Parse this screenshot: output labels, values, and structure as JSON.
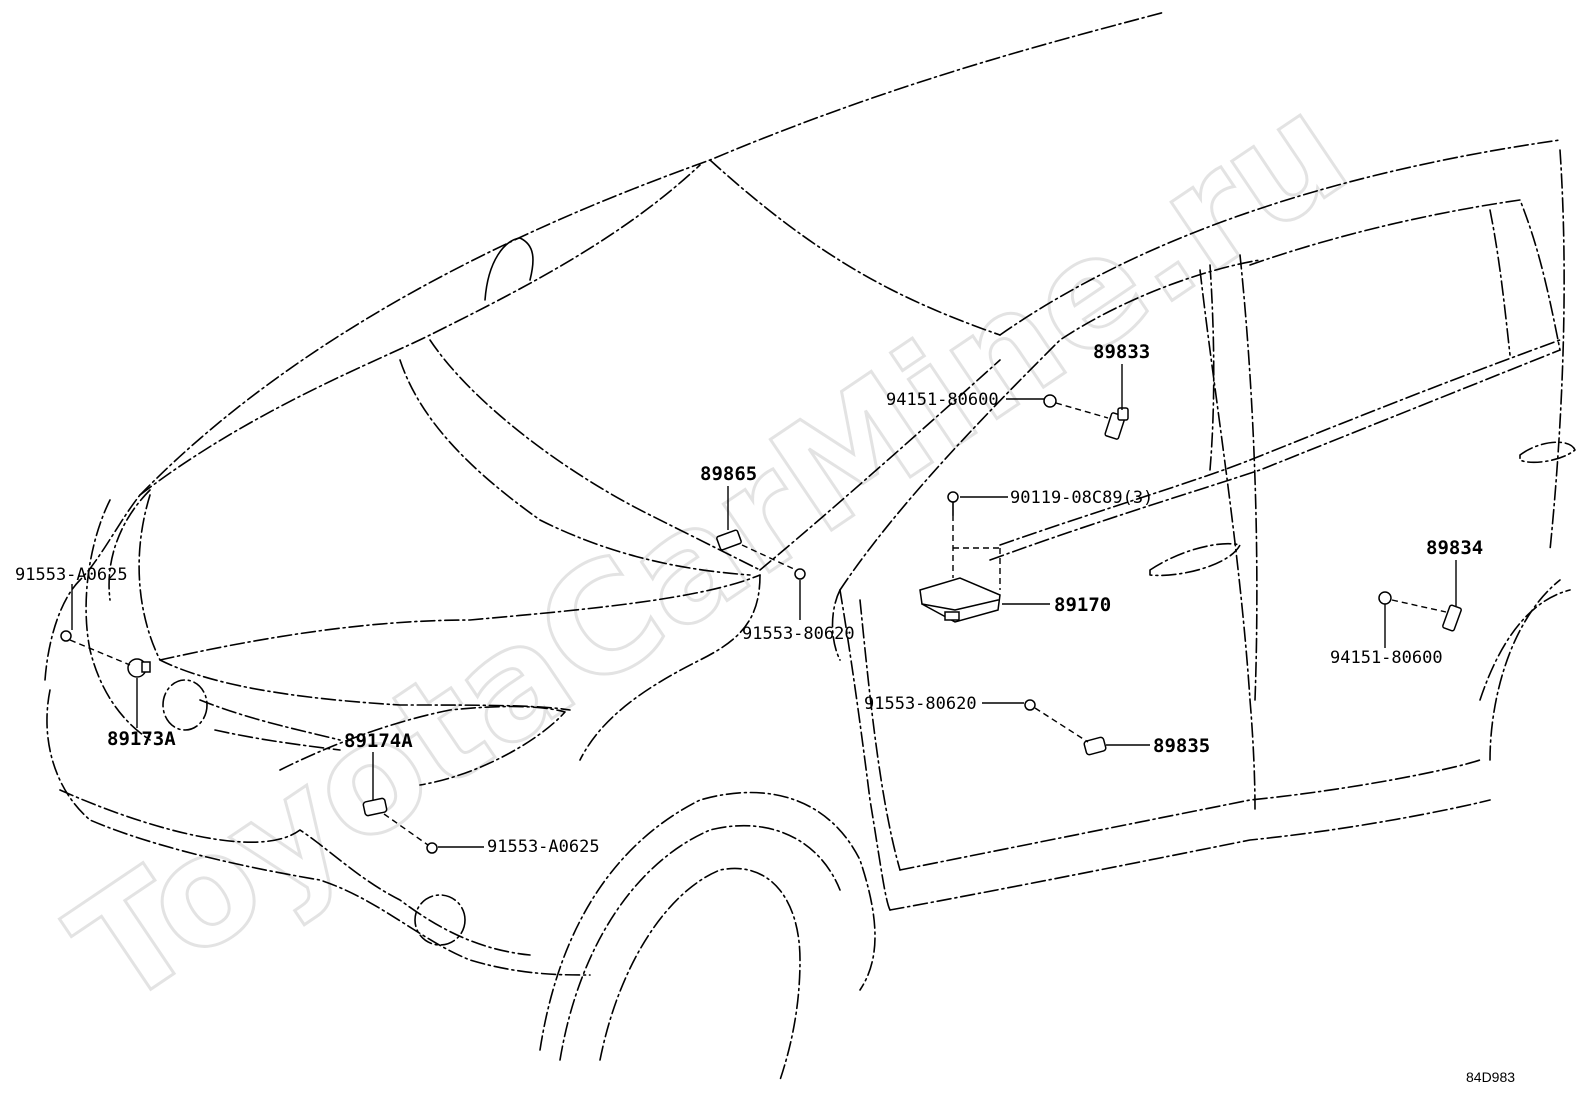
{
  "watermark": "ToyotaCarMine.ru",
  "diagram_code": "84D983",
  "callouts": {
    "c89833": "89833",
    "c94151_a": "94151-80600",
    "c89865": "89865",
    "c90119": "90119-08C89(3)",
    "c89834": "89834",
    "c91553_a0625_left": "91553-A0625",
    "c89170": "89170",
    "c91553_80620_top": "91553-80620",
    "c94151_b": "94151-80600",
    "c91553_80620_mid": "91553-80620",
    "c89173a": "89173A",
    "c89174a": "89174A",
    "c89835": "89835",
    "c91553_a0625_bottom": "91553-A0625"
  }
}
